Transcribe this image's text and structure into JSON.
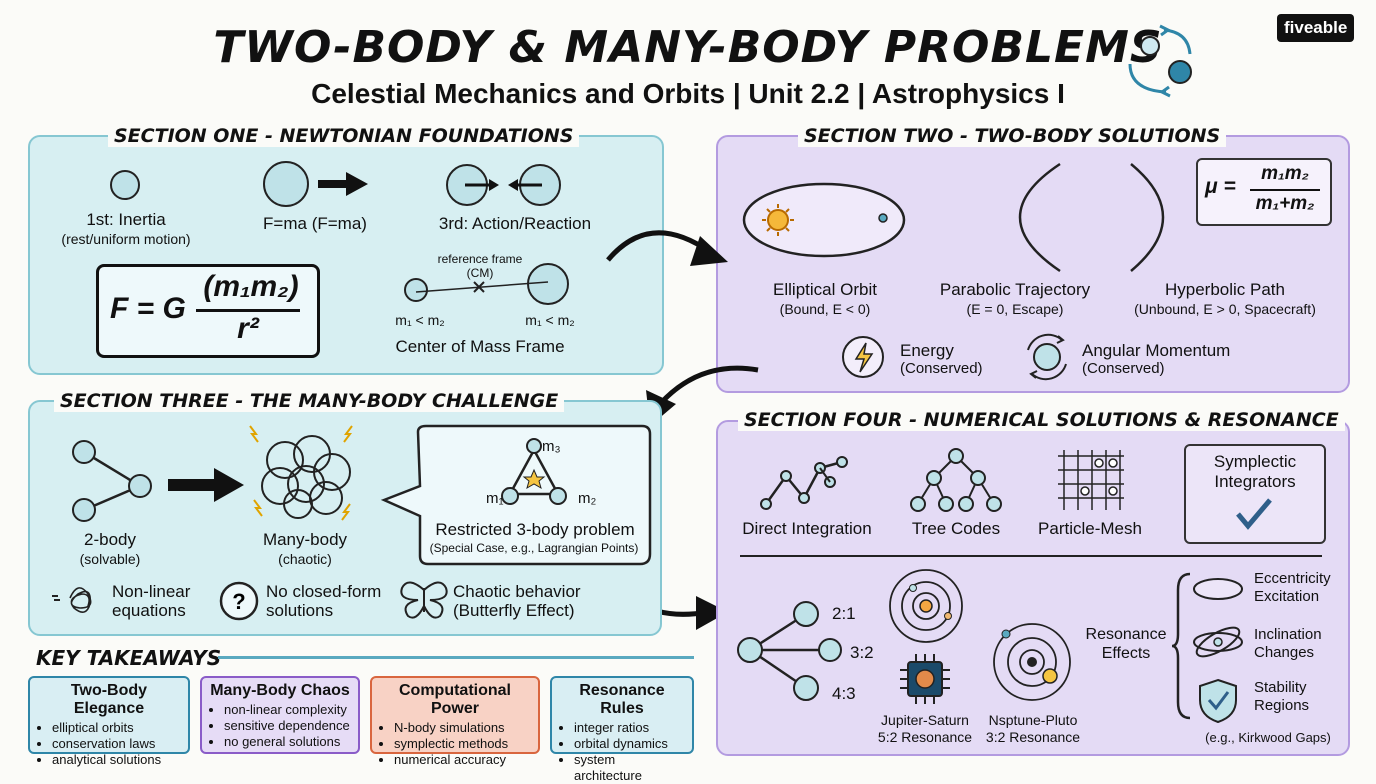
{
  "header": {
    "title": "TWO-BODY & MANY-BODY PROBLEMS",
    "subtitle": "Celestial Mechanics and Orbits | Unit 2.2 | Astrophysics I",
    "logo": "fiveable"
  },
  "section1": {
    "heading": "SECTION ONE - NEWTONIAN FOUNDATIONS",
    "law1": "1st: Inertia",
    "law1_sub": "(rest/uniform motion)",
    "law2": "F=ma (F=ma)",
    "law3": "3rd: Action/Reaction",
    "gravity_lhs": "F = G",
    "gravity_num": "(m₁m₂)",
    "gravity_den": "r²",
    "ref_frame": "reference frame",
    "cm": "(CM)",
    "m_left": "m₁ < m₂",
    "m_right": "m₁ < m₂",
    "com_label": "Center of Mass Frame"
  },
  "section2": {
    "heading": "SECTION TWO - TWO-BODY SOLUTIONS",
    "mu_lhs": "μ =",
    "mu_num": "m₁m₂",
    "mu_den": "m₁+m₂",
    "ellipse": "Elliptical Orbit",
    "ellipse_sub": "(Bound, E < 0)",
    "parabola": "Parabolic Trajectory",
    "parabola_sub": "(E = 0, Escape)",
    "hyperbola": "Hyperbolic Path",
    "hyperbola_sub": "(Unbound, E > 0, Spacecraft)",
    "energy": "Energy",
    "energy_sub": "(Conserved)",
    "angmom": "Angular Momentum",
    "angmom_sub": "(Conserved)"
  },
  "section3": {
    "heading": "SECTION THREE - THE MANY-BODY CHALLENGE",
    "two_body": "2-body",
    "two_body_sub": "(solvable)",
    "many_body": "Many-body",
    "many_body_sub": "(chaotic)",
    "m1": "m₁",
    "m2": "m₂",
    "m3": "m₃",
    "restricted": "Restricted 3-body problem",
    "restricted_sub": "(Special Case, e.g., Lagrangian Points)",
    "nonlinear": "Non-linear",
    "nonlinear2": "equations",
    "noclosed": "No closed-form",
    "noclosed2": "solutions",
    "chaotic": "Chaotic behavior",
    "chaotic2": "(Butterfly Effect)"
  },
  "section4": {
    "heading": "SECTION FOUR - NUMERICAL SOLUTIONS & RESONANCE",
    "direct": "Direct Integration",
    "tree": "Tree Codes",
    "pm": "Particle-Mesh",
    "symplectic": "Symplectic",
    "symplectic2": "Integrators",
    "r21": "2:1",
    "r32": "3:2",
    "r43": "4:3",
    "js": "Jupiter-Saturn",
    "js_sub": "5:2 Resonance",
    "np": "Nsptune-Pluto",
    "np_sub": "3:2 Resonance",
    "res_effects": "Resonance",
    "res_effects2": "Effects",
    "ecc": "Eccentricity",
    "ecc2": "Excitation",
    "incl": "Inclination",
    "incl2": "Changes",
    "stab": "Stability",
    "stab2": "Regions",
    "kirkwood": "(e.g., Kirkwood Gaps)"
  },
  "takeaways": {
    "heading": "KEY TAKEAWAYS",
    "cards": [
      {
        "title": "Two-Body Elegance",
        "items": [
          "elliptical orbits",
          "conservation laws",
          "analytical solutions"
        ]
      },
      {
        "title": "Many-Body Chaos",
        "items": [
          "non-linear complexity",
          "sensitive dependence",
          "no general solutions"
        ]
      },
      {
        "title": "Computational Power",
        "items": [
          "N-body simulations",
          "symplectic methods",
          "numerical accuracy"
        ]
      },
      {
        "title": "Resonance Rules",
        "items": [
          "integer ratios",
          "orbital dynamics",
          "system architecture"
        ]
      }
    ]
  },
  "colors": {
    "teal_panel": "#d7eff2",
    "purple_panel": "#e4dbf5",
    "teal_border": "#86c7d2",
    "purple_border": "#b39be0",
    "card_blue": "#d9eef3",
    "card_purple": "#e6dcf6",
    "card_orange": "#f8d2c5"
  }
}
